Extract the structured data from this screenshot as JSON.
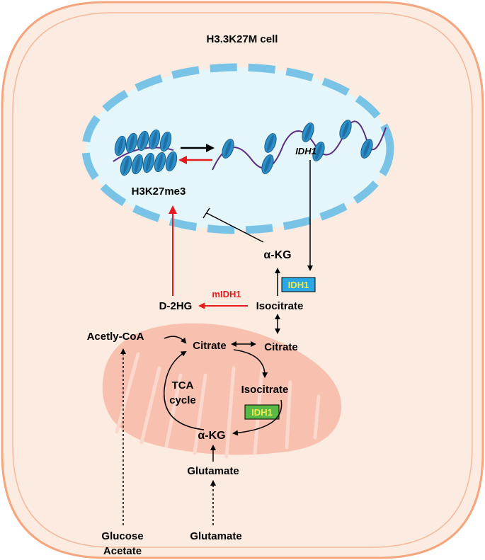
{
  "labels": {
    "cell_title": "H3.3K27M cell",
    "h3k27me3": "H3K27me3",
    "idh1_gene": "IDH1",
    "akg_cytosol": "α-KG",
    "idh1_cytosol": "IDH1",
    "midh1": "mIDH1",
    "d2hg": "D-2HG",
    "isocitrate_cytosol": "Isocitrate",
    "acetyl_coa": "Acetly-CoA",
    "citrate_mito": "Citrate",
    "citrate_cytosol": "Citrate",
    "tca_line1": "TCA",
    "tca_line2": "cycle",
    "isocitrate_mito": "Isocitrate",
    "idh1_mito": "IDH1",
    "akg_mito": "α-KG",
    "glutamate_mito": "Glutamate",
    "glucose": "Glucose",
    "acetate": "Acetate",
    "glutamate_outside": "Glutamate"
  },
  "colors": {
    "cell_fill": "#fcebe0",
    "cell_stroke": "#f4a77e",
    "nucleus_fill": "#e4f6f9",
    "nucleus_stroke": "#79c4e6",
    "mito_fill": "#f8c0ae",
    "mito_cristae": "#fbd8cc",
    "nucleosome": "#2d8fc8",
    "nucleosome_dark": "#1b5f8c",
    "dna": "#5a2c82",
    "red_arrow": "#e41a1c",
    "idh1_cytosol_box": "#2ba8e3",
    "idh1_mito_box": "#58b947"
  }
}
